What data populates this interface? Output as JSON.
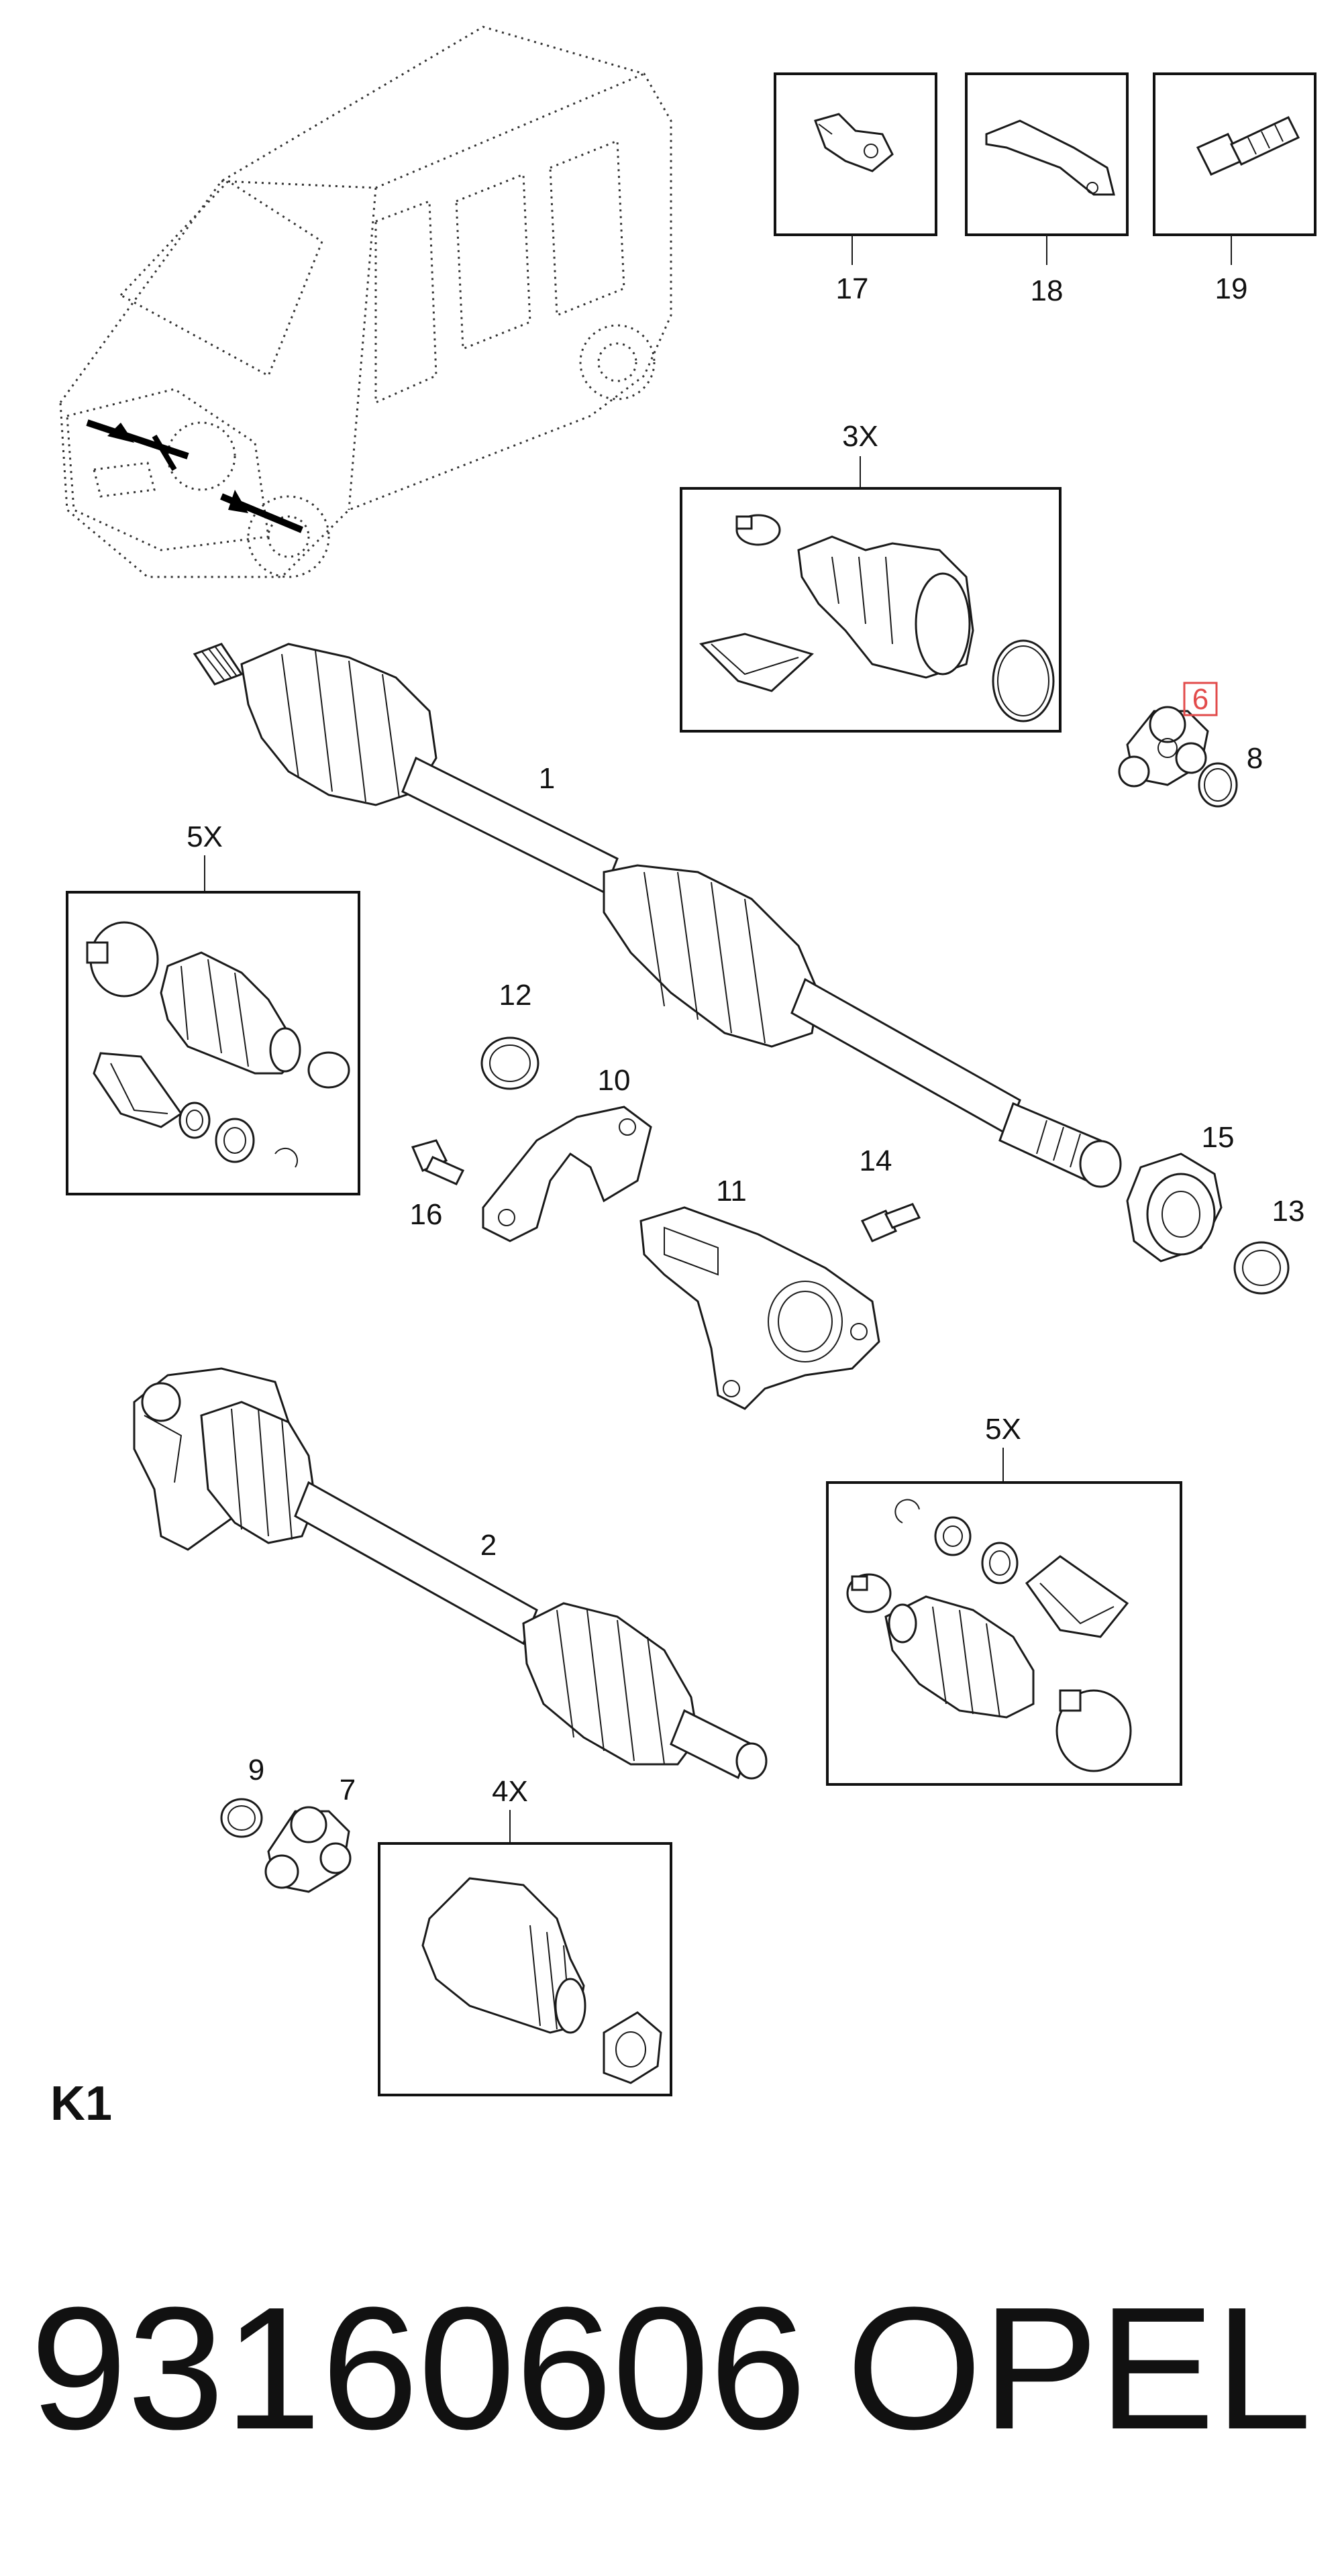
{
  "callouts": {
    "c1": "1",
    "c2": "2",
    "c6": "6",
    "c7": "7",
    "c8": "8",
    "c9": "9",
    "c10": "10",
    "c11": "11",
    "c12": "12",
    "c13": "13",
    "c14": "14",
    "c15": "15",
    "c16": "16",
    "c17": "17",
    "c18": "18",
    "c19": "19",
    "k3x": "3X",
    "k4x": "4X",
    "k5x_left": "5X",
    "k5x_right": "5X"
  },
  "sheet_label": "K1",
  "part_number": "93160606",
  "brand": "OPEL",
  "highlight_color": "#e24b4b"
}
